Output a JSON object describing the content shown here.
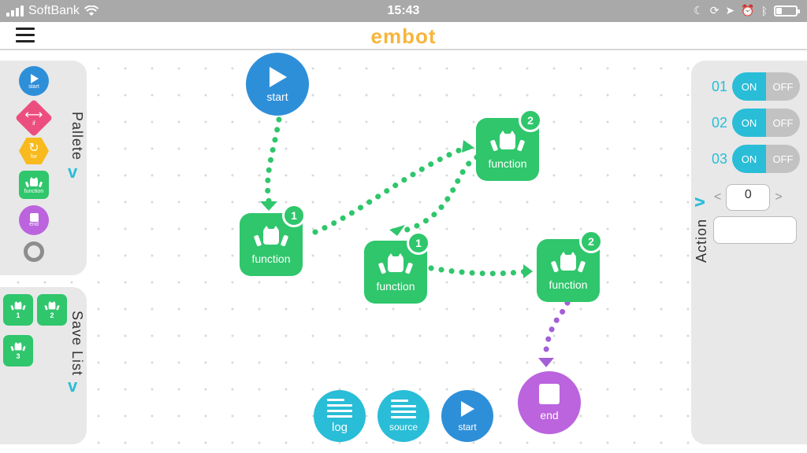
{
  "status_bar": {
    "carrier": "SoftBank",
    "time": "15:43",
    "battery_level": 0.25
  },
  "header": {
    "title": "embot",
    "menu_icon": "hamburger-icon"
  },
  "palette": {
    "title": "Pallete",
    "items": [
      {
        "name": "start",
        "label": "start",
        "color": "#2e8fd9",
        "icon": "play-icon"
      },
      {
        "name": "if",
        "label": "if",
        "color": "#ec4f7f",
        "icon": "left-right-arrow-icon"
      },
      {
        "name": "for",
        "label": "for",
        "color": "#f8ba1c",
        "icon": "loop-icon"
      },
      {
        "name": "function",
        "label": "function",
        "color": "#2fc66c",
        "icon": "robot-icon"
      },
      {
        "name": "end",
        "label": "end",
        "color": "#bb64de",
        "icon": "stop-icon"
      },
      {
        "name": "ring",
        "label": "",
        "color": "#8d8d8d",
        "icon": "ring-icon"
      }
    ]
  },
  "save_list": {
    "title": "Save List",
    "items": [
      {
        "label": "1"
      },
      {
        "label": "2"
      },
      {
        "label": "3"
      }
    ]
  },
  "action": {
    "title": "Action",
    "toggles": [
      {
        "num": "01",
        "on": "ON",
        "off": "OFF"
      },
      {
        "num": "02",
        "on": "ON",
        "off": "OFF"
      },
      {
        "num": "03",
        "on": "ON",
        "off": "OFF"
      }
    ],
    "stepper": {
      "value": "0",
      "decrement": "<",
      "increment": ">"
    },
    "text_value": ""
  },
  "flow": {
    "start": {
      "label": "start",
      "color": "#2e8fd9"
    },
    "functions": [
      {
        "label": "function",
        "badge": "1"
      },
      {
        "label": "function",
        "badge": "2"
      },
      {
        "label": "function",
        "badge": "1"
      },
      {
        "label": "function",
        "badge": "2"
      }
    ],
    "end": {
      "label": "end",
      "color": "#bb64de"
    },
    "connector_color": "#2fc66c",
    "end_connector_color": "#a35fd6"
  },
  "bottom_buttons": [
    {
      "label": "log",
      "icon": "text-lines-icon"
    },
    {
      "label": "source",
      "icon": "text-lines-icon"
    },
    {
      "label": "start",
      "icon": "play-icon"
    }
  ],
  "colors": {
    "accent": "#29bdd7",
    "function_green": "#2fc66c",
    "panel_gray": "#e8e8e8",
    "logo_orange": "#f6b53c"
  }
}
